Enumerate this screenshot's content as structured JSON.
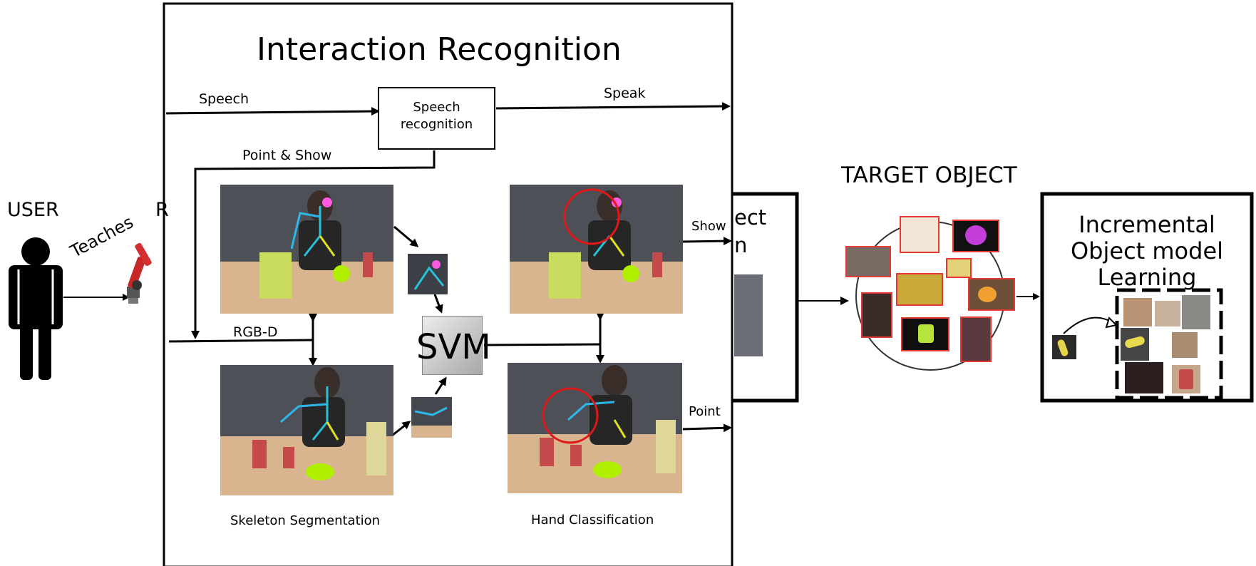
{
  "user": {
    "label": "USER",
    "teaches": "Teaches",
    "robot_clip": "R"
  },
  "main": {
    "title": "Interaction Recognition",
    "speech_in": "Speech",
    "speech_box": [
      "Speech",
      "recognition"
    ],
    "speak_out": "Speak",
    "point_show": "Point & Show",
    "rgbd": "RGB-D",
    "svm": "SVM",
    "show_out": "Show",
    "point_out": "Point",
    "skeleton_caption": "Skeleton Segmentation",
    "hand_caption": "Hand Classification"
  },
  "hidden_panel": {
    "text_top": "ect",
    "text_bottom": "n"
  },
  "target": {
    "title": "TARGET OBJECT"
  },
  "learning": {
    "title": [
      "Incremental",
      "Object model",
      "Learning"
    ]
  },
  "colors": {
    "border": "#000000",
    "crop_border": "#e53935",
    "hand_circle": "#e01818",
    "table": "#d8b58e"
  }
}
